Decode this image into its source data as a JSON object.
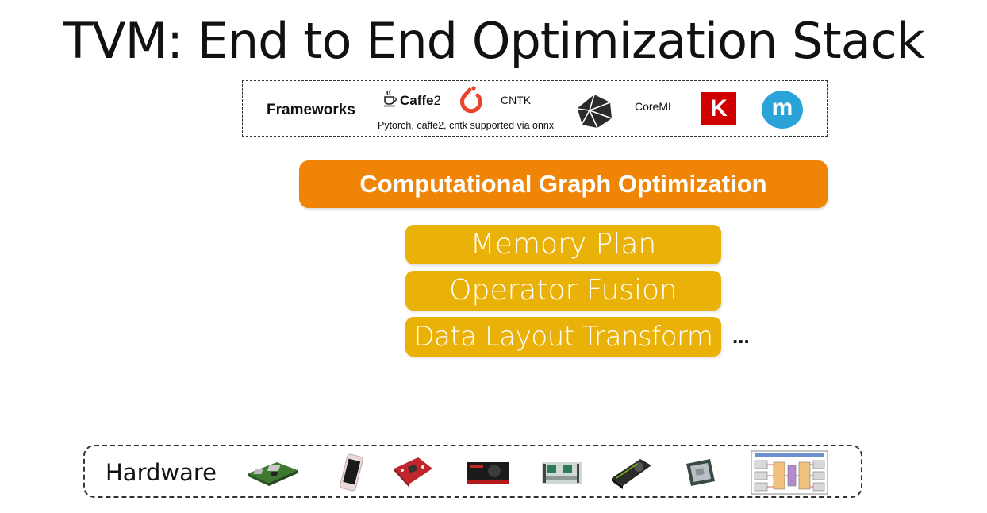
{
  "title": "TVM: End to End Optimization Stack",
  "frameworks": {
    "label": "Frameworks",
    "caffe2": {
      "name": "Caffe",
      "suffix": "2"
    },
    "cntk": "CNTK",
    "onnx_note": "Pytorch, caffe2, cntk supported via onnx",
    "coreml": "CoreML",
    "keras_letter": "K",
    "mxnet_letter": "m",
    "icons": [
      "caffe-cup-icon",
      "pytorch-flame-icon",
      "tensorflow-logo-icon",
      "keras-logo-icon",
      "mxnet-logo-icon"
    ],
    "colors": {
      "pytorch": "#e8452c",
      "keras": "#d00000",
      "mxnet": "#2aa3d8"
    }
  },
  "graph_optimization": {
    "label": "Computational Graph Optimization",
    "color": "#ef8407"
  },
  "optimizations": {
    "items": [
      "Memory Plan",
      "Operator Fusion",
      "Data Layout Transform"
    ],
    "more": "...",
    "color": "#eab208"
  },
  "hardware": {
    "label": "Hardware",
    "icons": [
      "raspberry-pi-icon",
      "iphone-icon",
      "fpga-board-icon",
      "amd-gpu-icon",
      "server-board-icon",
      "nvidia-gpu-icon",
      "cpu-chip-icon",
      "accelerator-diagram-icon"
    ]
  }
}
